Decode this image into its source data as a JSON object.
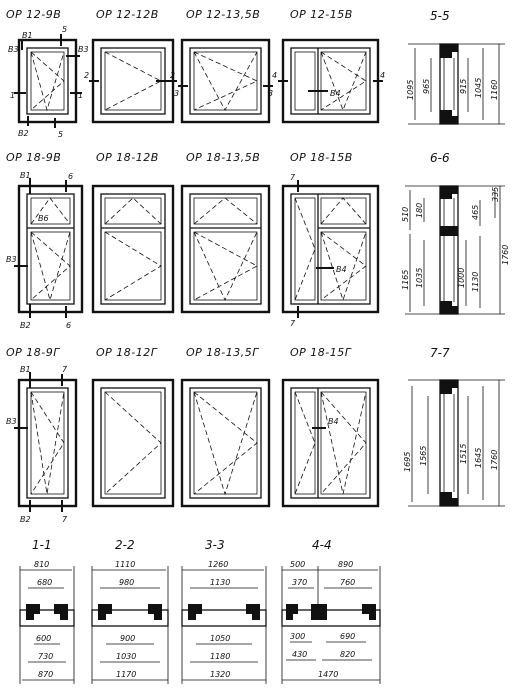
{
  "rows": [
    {
      "titles": [
        "ОР 12-9В",
        "ОР 12-12В",
        "ОР 12-13,5В",
        "ОР 12-15В"
      ]
    },
    {
      "titles": [
        "ОР 18-9В",
        "ОР 18-12В",
        "ОР 18-13,5В",
        "ОР 18-15В"
      ]
    },
    {
      "titles": [
        "ОР 18-9Г",
        "ОР 18-12Г",
        "ОР 18-13,5Г",
        "ОР 18-15Г"
      ]
    }
  ],
  "callouts": {
    "b1": "В1",
    "b2": "В2",
    "b3": "В3",
    "b4": "В4",
    "b6": "В6",
    "n1": "1",
    "n2": "2",
    "n3": "3",
    "n4": "4",
    "n5": "5",
    "n6": "6",
    "n7": "7"
  },
  "sections": {
    "s55": {
      "title": "5-5",
      "dims": [
        "1095",
        "965",
        "915",
        "1045",
        "1160"
      ]
    },
    "s66": {
      "title": "6-6",
      "dims": [
        "335",
        "510",
        "180",
        "465",
        "1165",
        "1035",
        "1000",
        "1130",
        "1760"
      ]
    },
    "s77": {
      "title": "7-7",
      "dims": [
        "1695",
        "1565",
        "1515",
        "1645",
        "1760"
      ]
    },
    "s11": {
      "title": "1-1",
      "dims": [
        "810",
        "680",
        "600",
        "730",
        "870"
      ]
    },
    "s22": {
      "title": "2-2",
      "dims": [
        "1110",
        "980",
        "900",
        "1030",
        "1170"
      ]
    },
    "s33": {
      "title": "3-3",
      "dims": [
        "1260",
        "1130",
        "1050",
        "1180",
        "1320"
      ]
    },
    "s44": {
      "title": "4-4",
      "dims": [
        "500",
        "890",
        "370",
        "760",
        "300",
        "690",
        "430",
        "820",
        "1470"
      ]
    }
  }
}
